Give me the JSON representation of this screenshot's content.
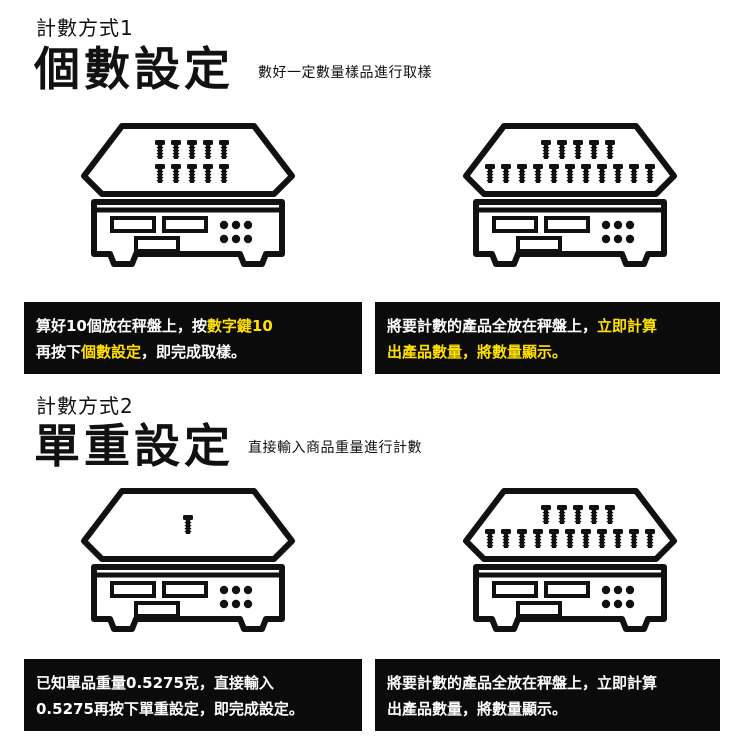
{
  "section1": {
    "method_label": "計數方式1",
    "title": "個數設定",
    "subtitle": "數好一定數量樣品進行取樣",
    "left_box": {
      "line1_a": "算好10個放在秤盤上，按",
      "line1_hl": "數字鍵10",
      "line2_a": "再按下",
      "line2_hl": "個數設定",
      "line2_b": "，即完成取樣。"
    },
    "right_box": {
      "line1_a": "將要計數的產品全放在秤盤上，",
      "line1_hl": "立即計算",
      "line2_hl": "出產品數量，將數量顯示。"
    }
  },
  "section2": {
    "method_label": "計數方式2",
    "title": "單重設定",
    "subtitle": "直接輸入商品重量進行計數",
    "left_box": {
      "line1": "已知單品重量0.5275克，直接輸入",
      "line2": "0.5275再按下單重設定，即完成設定。"
    },
    "right_box": {
      "line1": "將要計數的產品全放在秤盤上，立即計算",
      "line2": "出產品數量，將數量顯示。"
    }
  },
  "colors": {
    "highlight": "#ffe000",
    "box_bg": "#0b0b0b",
    "ink": "#111111"
  },
  "icons": [
    "counting-scale-icon",
    "screw-icon"
  ]
}
